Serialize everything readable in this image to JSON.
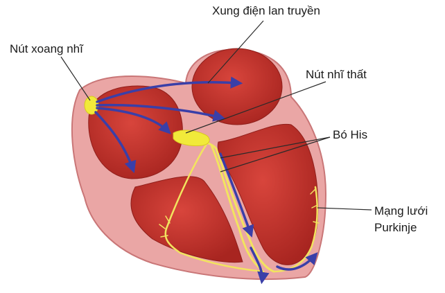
{
  "labels": {
    "impulse": "Xung điện lan truyền",
    "sa_node": "Nút xoang nhĩ",
    "av_node": "Nút nhĩ thất",
    "bundle_his": "Bó His",
    "purkinje_line1": "Mạng lưới",
    "purkinje_line2": "Purkinje"
  },
  "colors": {
    "wall": "#e9a4a4",
    "wall_outline": "#cf7f80",
    "chamber": "#c8322d",
    "chamber_dark": "#a52622",
    "conduction": "#f2e45f",
    "node": "#f1ea3a",
    "arrow": "#3a3fa8",
    "leader": "#2a2a2a"
  }
}
